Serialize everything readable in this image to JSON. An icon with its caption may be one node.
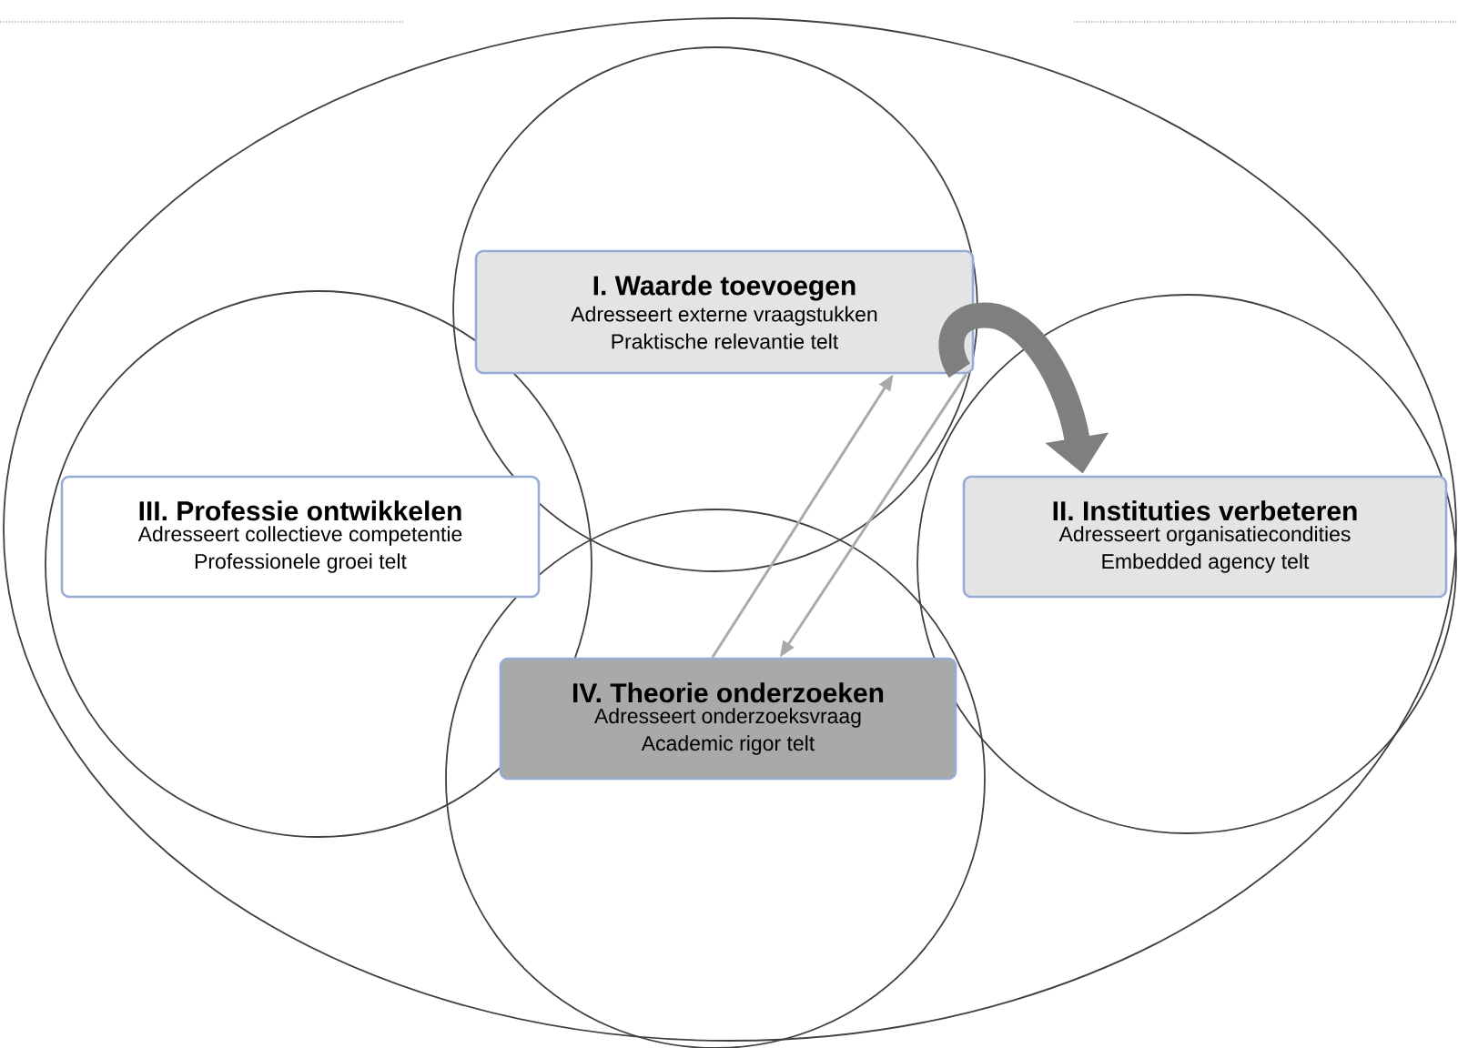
{
  "diagram": {
    "nodes": [
      {
        "text": [],
        "shape": "ellipse"
      },
      {
        "text": [],
        "shape": "circle",
        "in": 0
      },
      {
        "text": [
          "I. Waarde toevoegen",
          "Adresseert externe vraagstukken Praktische relevantie telt"
        ],
        "in": 1
      },
      {
        "text": [],
        "shape": "circle",
        "in": 0
      },
      {
        "text": [
          "III. Professie ontwikkelen",
          "Adresseert collectieve competentie Professionele groei telt"
        ],
        "in": 3
      },
      {
        "text": [],
        "shape": "circle",
        "in": 0
      },
      {
        "text": [
          "II. Instituties verbeteren",
          "Adresseert organisatiecondities Embedded agency telt"
        ],
        "in": 5
      },
      {
        "text": [],
        "shape": "circle",
        "in": 0
      },
      {
        "text": [
          "IV. Theorie onderzoeken",
          "Adresseert onderzoeksvraag Academic rigor telt"
        ],
        "in": 7
      }
    ],
    "edges": [
      {
        "from": 8,
        "to": 2,
        "arrow": "to"
      },
      {
        "from": 2,
        "to": 8,
        "arrow": "to"
      },
      {
        "from": 2,
        "to": 6,
        "arrow": "to",
        "style": "thick",
        "color": "#7f7f7f"
      }
    ]
  }
}
